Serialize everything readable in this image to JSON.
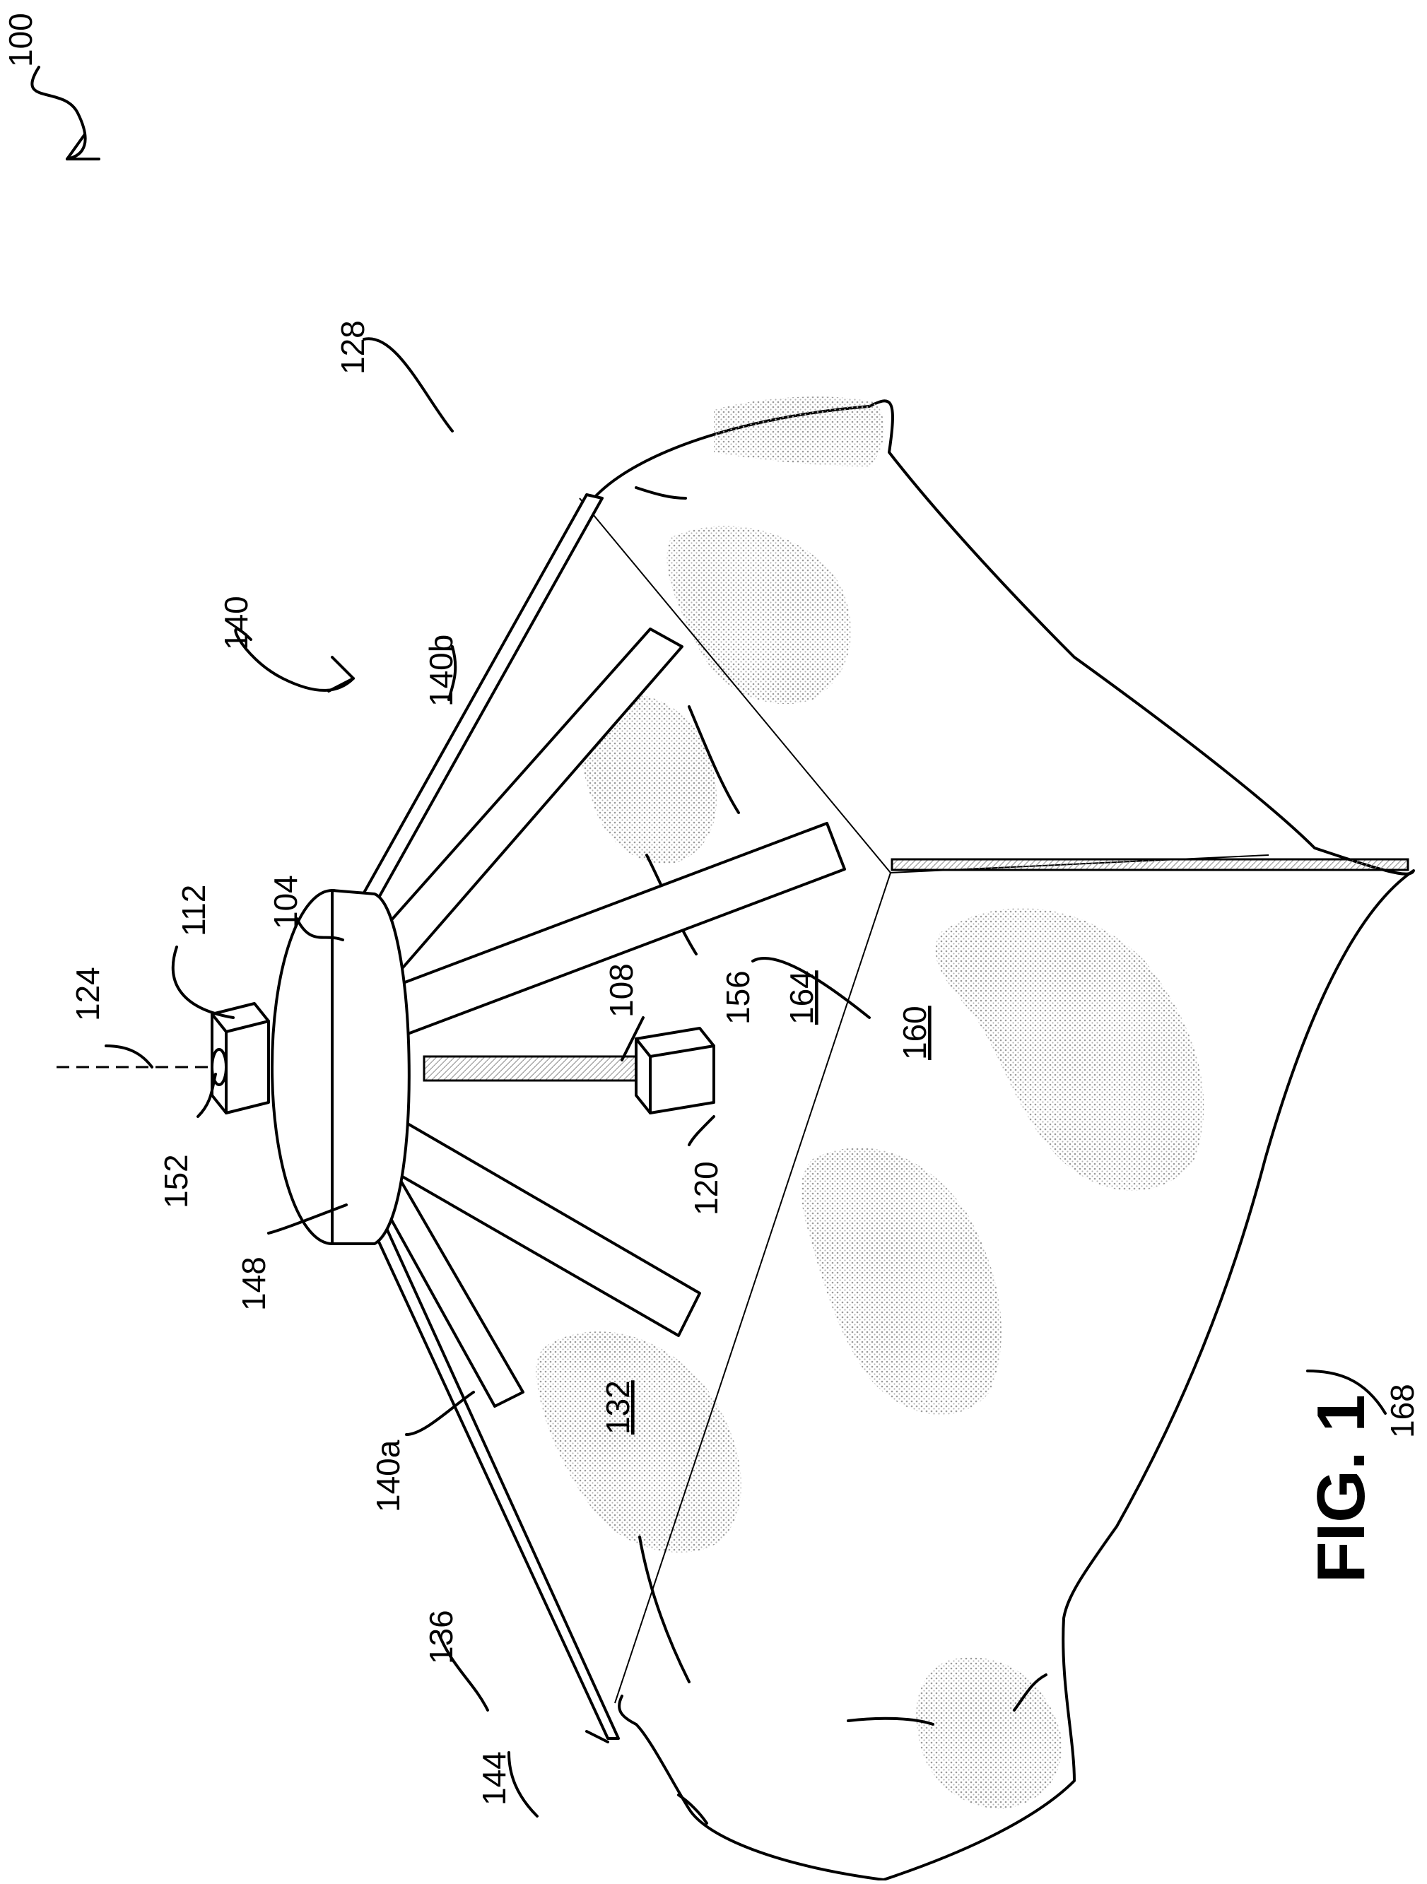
{
  "figure": {
    "caption": "FIG. 1",
    "reference_numerals": {
      "r100": "100",
      "r104": "104",
      "r108": "108",
      "r112": "112",
      "r120": "120",
      "r124": "124",
      "r128": "128",
      "r132": "132",
      "r136": "136",
      "r140": "140",
      "r140a": "140a",
      "r140b": "140b",
      "r144": "144",
      "r148": "148",
      "r152": "152",
      "r156": "156",
      "r160": "160",
      "r164": "164",
      "r168": "168"
    },
    "colors": {
      "ink": "#000000",
      "stipple": "#c8c8c8",
      "seam": "#b0b0b0",
      "background": "#ffffff"
    }
  }
}
